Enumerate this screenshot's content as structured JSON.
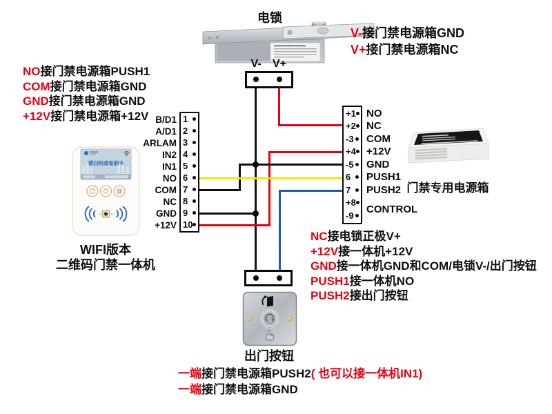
{
  "colors": {
    "red": "#e60012",
    "yellow": "#f3e600",
    "blue": "#1e5cab",
    "wire_black": "#101010"
  },
  "lock": {
    "title": "电锁",
    "terminals": [
      "V-",
      "V+"
    ]
  },
  "reader": {
    "screen_text": "请扫码或者刷卡",
    "caption_line1": "WIFI版本",
    "caption_line2": "二维码门禁一体机"
  },
  "power_box": {
    "caption": "门禁专用电源箱"
  },
  "exit_button": {
    "caption": "出门按钮"
  },
  "left_block": {
    "pins": [
      {
        "num": "1",
        "label": "B/D1"
      },
      {
        "num": "2",
        "label": "A/D1"
      },
      {
        "num": "3",
        "label": "ARLAM"
      },
      {
        "num": "4",
        "label": "IN2"
      },
      {
        "num": "5",
        "label": "IN1"
      },
      {
        "num": "6",
        "label": "NO"
      },
      {
        "num": "7",
        "label": "COM"
      },
      {
        "num": "8",
        "label": "NC"
      },
      {
        "num": "9",
        "label": "GND"
      },
      {
        "num": "10",
        "label": "+12V"
      }
    ]
  },
  "right_block": {
    "pins": [
      {
        "num": "+1",
        "label": "NO"
      },
      {
        "num": "+2",
        "label": "NC"
      },
      {
        "num": "-3",
        "label": "COM"
      },
      {
        "num": "+4",
        "label": "+12V"
      },
      {
        "num": "-5",
        "label": "GND"
      },
      {
        "num": "6",
        "label": "PUSH1"
      },
      {
        "num": "7",
        "label": "PUSH2"
      },
      {
        "num": "+8",
        "label": "CONTROL"
      },
      {
        "num": "-9",
        "label": ""
      }
    ]
  },
  "notes": {
    "top_right": [
      [
        {
          "t": "V-",
          "c": "red"
        },
        {
          "t": "接门禁电源箱GND",
          "c": "black"
        }
      ],
      [
        {
          "t": "V+",
          "c": "red"
        },
        {
          "t": "接门禁电源箱NC",
          "c": "black"
        }
      ]
    ],
    "left": [
      [
        {
          "t": "NO",
          "c": "red"
        },
        {
          "t": "接门禁电源箱PUSH1",
          "c": "black"
        }
      ],
      [
        {
          "t": "COM",
          "c": "red"
        },
        {
          "t": "接门禁电源箱GND",
          "c": "black"
        }
      ],
      [
        {
          "t": "GND",
          "c": "red"
        },
        {
          "t": "接门禁电源箱GND",
          "c": "black"
        }
      ],
      [
        {
          "t": "+12V",
          "c": "red"
        },
        {
          "t": "接门禁电源箱+12V",
          "c": "black"
        }
      ]
    ],
    "right_mid": [
      [
        {
          "t": "NC",
          "c": "red"
        },
        {
          "t": "接电锁正极V+",
          "c": "black"
        }
      ],
      [
        {
          "t": "+12V",
          "c": "red"
        },
        {
          "t": "接一体机+12V",
          "c": "black"
        }
      ],
      [
        {
          "t": "GND",
          "c": "red"
        },
        {
          "t": "接一体机GND和COM/电锁V-/出门按钮",
          "c": "black"
        }
      ],
      [
        {
          "t": "PUSH1",
          "c": "red"
        },
        {
          "t": "接一体机NO",
          "c": "black"
        }
      ],
      [
        {
          "t": "PUSH2",
          "c": "red"
        },
        {
          "t": "接出门按钮",
          "c": "black"
        }
      ]
    ],
    "bottom": [
      [
        {
          "t": "一端",
          "c": "red"
        },
        {
          "t": "接门禁电源箱PUSH2",
          "c": "black"
        },
        {
          "t": "( 也可以接一体机IN1)",
          "c": "red"
        }
      ],
      [
        {
          "t": "一端",
          "c": "red"
        },
        {
          "t": "接门禁电源箱GND",
          "c": "black"
        }
      ]
    ]
  }
}
